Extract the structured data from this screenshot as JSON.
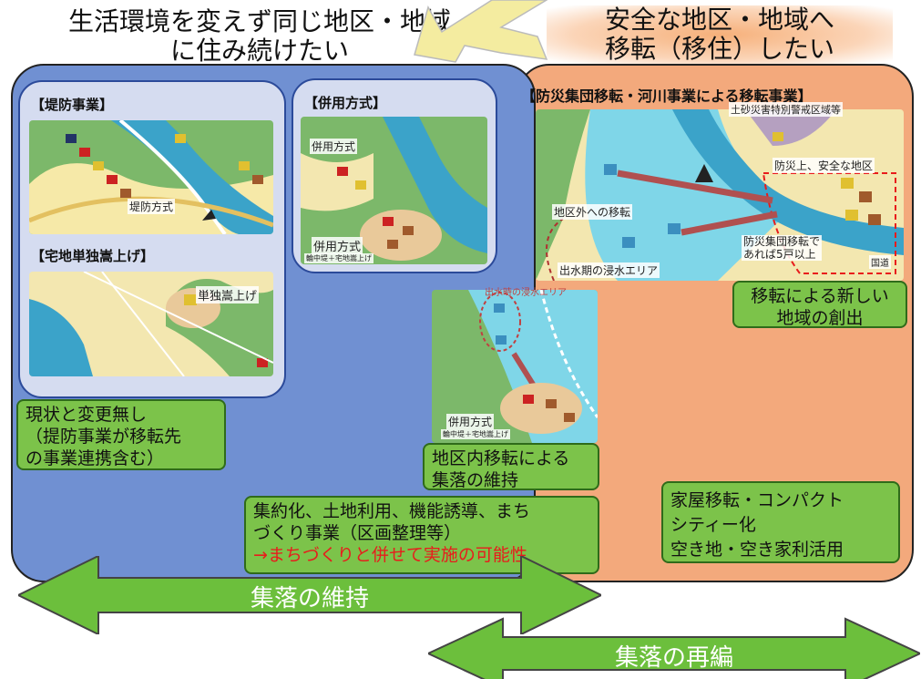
{
  "titles": {
    "left_line1": "生活環境を変えず同じ地区・地域",
    "left_line2": "に住み続けたい",
    "right_line1": "安全な地区・地域へ",
    "right_line2": "移転（移住）したい"
  },
  "left_panel": {
    "teibo_label": "【堤防事業】",
    "teibo_map_text": "堤防方式",
    "heiyou_label": "【併用方式】",
    "heiyou_map_text1": "併用方式",
    "heiyou_map_text2": "併用方式",
    "heiyou_map_text3": "輪中堤＋宅地嵩上げ",
    "takuchi_label": "【宅地単独嵩上げ】",
    "takuchi_map_text": "単独嵩上げ",
    "status_box": "現状と変更無し\n（提防事業が移転先\nの事業連携含む）",
    "middle_map_text1": "出水時の浸水エリア",
    "middle_map_text2": "併用方式",
    "middle_map_text3": "輪中堤＋宅地嵩上げ",
    "internal_box": "地区内移転による\n集落の維持"
  },
  "right_panel": {
    "header": "【防災集団移転・河川事業による移転事業】",
    "map_text_sediment": "土砂災害特別警戒区域等",
    "map_text_safe": "防災上、安全な地区",
    "map_text_outside": "地区外への移転",
    "map_text_flood": "出水期の浸水エリア",
    "map_text_group": "防災集団移転で\nあれば5戸以上",
    "map_text_road": "国道",
    "new_region_box": "移転による新しい\n地域の創出",
    "compact_box": "家屋移転・コンパクト\nシティー化\n空き地・空き家利活用"
  },
  "bottom_box": {
    "line1": "集約化、土地利用、機能誘導、まち",
    "line2": "づくり事業（区画整理等）",
    "line3": "→まちづくりと併せて実施の可能性"
  },
  "arrows": {
    "maintain": "集落の維持",
    "reorganize": "集落の再編"
  },
  "colors": {
    "left_panel": "#7090d2",
    "right_panel": "#f3a97c",
    "green_box": "#7cc34a",
    "arrow_green": "#6cbf3c",
    "warning_text": "#e81c1c",
    "water": "#7fd6e8"
  }
}
